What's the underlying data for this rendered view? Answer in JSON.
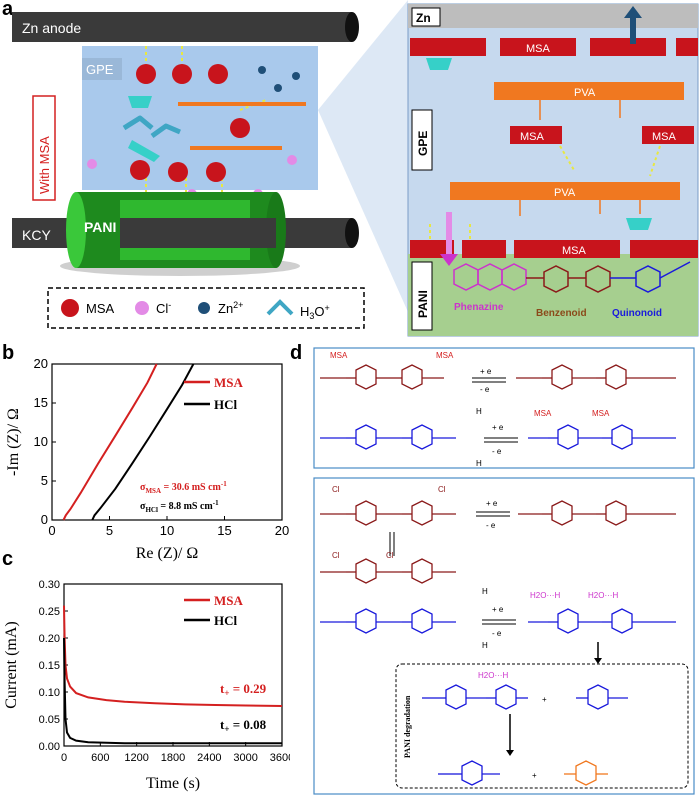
{
  "panels": {
    "a": "a",
    "b": "b",
    "c": "c",
    "d": "d"
  },
  "panel_a": {
    "zn_anode": "Zn anode",
    "gpe": "GPE",
    "with_msa": "With MSA",
    "kcy": "KCY",
    "pani": "PANI",
    "legend": {
      "msa": "MSA",
      "cl": "Cl",
      "cl_sup": "-",
      "zn": "Zn",
      "zn_sup": "2+",
      "h3o": "H",
      "h3o_sub": "3",
      "h3o_tail": "O",
      "h3o_sup": "+"
    },
    "zoom": {
      "zn": "Zn",
      "gpe": "GPE",
      "pani": "PANI",
      "msa": "MSA",
      "pva": "PVA",
      "phenazine": "Phenazine",
      "benzenoid": "Benzenoid",
      "quinonoid": "Quinonoid"
    }
  },
  "panel_d": {
    "msa_minus": "MSA",
    "cl_minus": "Cl",
    "plus_e": "+ e",
    "minus_e": "- e",
    "h_plus": "H",
    "h2o_h": "H2O···H",
    "pani_degradation": "PANI degradation",
    "plus": "+"
  },
  "colors": {
    "msa": "#d42020",
    "hcl": "#000000",
    "pani_red": "#8b1a1a",
    "pani_blue": "#1a1adc",
    "orange": "#f07820",
    "magenta": "#cc33cc"
  },
  "chart_data": [
    {
      "type": "line",
      "panel": "b",
      "xlabel": "Re (Z)/ Ω",
      "ylabel": "-Im (Z)/ Ω",
      "xlim": [
        0,
        20
      ],
      "ylim": [
        0,
        20
      ],
      "xticks": [
        0,
        5,
        10,
        15,
        20
      ],
      "yticks": [
        0,
        5,
        10,
        15,
        20
      ],
      "legend_position": "top-right",
      "series": [
        {
          "name": "MSA",
          "color": "#d42020",
          "x": [
            1.0,
            1.2,
            1.6,
            2.5,
            4.0,
            5.5,
            7.0,
            8.3,
            9.1
          ],
          "y": [
            0,
            0.6,
            1.4,
            3.5,
            7.2,
            10.8,
            14.4,
            17.6,
            20
          ]
        },
        {
          "name": "HCl",
          "color": "#000000",
          "x": [
            3.5,
            3.7,
            4.2,
            5.5,
            7.0,
            8.5,
            10.0,
            11.3,
            12.3
          ],
          "y": [
            0,
            0.6,
            1.5,
            4.0,
            7.3,
            10.7,
            14.2,
            17.3,
            20
          ]
        }
      ],
      "annotations": [
        {
          "text": "σ",
          "sub": "MSA",
          "value": " = 30.6 mS cm",
          "sup": "-1",
          "color": "#d42020"
        },
        {
          "text": "σ",
          "sub": "HCl",
          "value": " = 8.8 mS cm",
          "sup": "-1",
          "color": "#000000"
        }
      ]
    },
    {
      "type": "line",
      "panel": "c",
      "xlabel": "Time (s)",
      "ylabel": "Current (mA)",
      "xlim": [
        0,
        3600
      ],
      "ylim": [
        0,
        0.3
      ],
      "xticks": [
        0,
        600,
        1200,
        1800,
        2400,
        3000,
        3600
      ],
      "yticks": [
        0.0,
        0.05,
        0.1,
        0.15,
        0.2,
        0.25,
        0.3
      ],
      "xtick_labels": [
        "0",
        "600",
        "1200",
        "1800",
        "2400",
        "3000",
        "3600"
      ],
      "ytick_labels": [
        "0.00",
        "0.05",
        "0.10",
        "0.15",
        "0.20",
        "0.25",
        "0.30"
      ],
      "legend_position": "top-right",
      "series": [
        {
          "name": "MSA",
          "color": "#d42020",
          "x": [
            0,
            10,
            25,
            50,
            100,
            200,
            400,
            700,
            1000,
            1500,
            2000,
            2500,
            3000,
            3600
          ],
          "y": [
            0.26,
            0.2,
            0.15,
            0.125,
            0.11,
            0.098,
            0.09,
            0.085,
            0.082,
            0.079,
            0.077,
            0.076,
            0.075,
            0.074
          ]
        },
        {
          "name": "HCl",
          "color": "#000000",
          "x": [
            0,
            10,
            25,
            50,
            100,
            200,
            400,
            700,
            1000,
            2000,
            3600
          ],
          "y": [
            0.2,
            0.12,
            0.05,
            0.025,
            0.015,
            0.01,
            0.007,
            0.006,
            0.005,
            0.005,
            0.005
          ]
        }
      ],
      "annotations": [
        {
          "text": "t",
          "sub": "+",
          "value": " = 0.29",
          "color": "#d42020"
        },
        {
          "text": "t",
          "sub": "+",
          "value": " = 0.08",
          "color": "#000000"
        }
      ]
    }
  ]
}
